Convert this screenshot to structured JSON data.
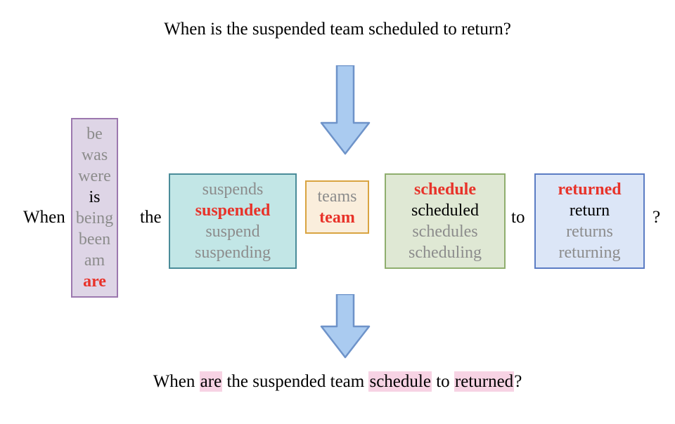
{
  "figure": {
    "top_sentence": {
      "full": "When is the suspended team scheduled to return?",
      "parts": [
        "When is the suspended team scheduled to return?"
      ]
    },
    "bottom_sentence": {
      "full": "When are the suspended team schedule to returned?",
      "segments": [
        {
          "text": "When ",
          "highlighted": false
        },
        {
          "text": "are",
          "highlighted": true
        },
        {
          "text": " the suspended team ",
          "highlighted": false
        },
        {
          "text": "schedule",
          "highlighted": true
        },
        {
          "text": " to ",
          "highlighted": false
        },
        {
          "text": "returned",
          "highlighted": true
        },
        {
          "text": "?",
          "highlighted": false
        }
      ]
    },
    "context_words": {
      "when": "When",
      "the": "the",
      "to": "to",
      "question_mark": "?"
    },
    "arrows": {
      "top": "down-arrow",
      "bottom": "down-arrow",
      "fill": "#AACBF0",
      "stroke": "#6E93C9"
    },
    "colors": {
      "gold_word": "#E8332A",
      "selected_word": "#000000",
      "other_word": "#8C8C8C",
      "highlight": "#F7D3E4"
    },
    "boxes": [
      {
        "id": "be-box",
        "color_name": "purple",
        "fill": "#DED5E6",
        "border": "#9C78AF",
        "selected": "is",
        "gold": "are",
        "words": [
          {
            "text": "be",
            "state": "other"
          },
          {
            "text": "was",
            "state": "other"
          },
          {
            "text": "were",
            "state": "other"
          },
          {
            "text": "is",
            "state": "selected"
          },
          {
            "text": "being",
            "state": "other"
          },
          {
            "text": "been",
            "state": "other"
          },
          {
            "text": "am",
            "state": "other"
          },
          {
            "text": "are",
            "state": "gold"
          }
        ]
      },
      {
        "id": "suspend-box",
        "color_name": "teal",
        "fill": "#C2E6E6",
        "border": "#4A8C99",
        "selected": "suspended",
        "gold": "suspended",
        "words": [
          {
            "text": "suspends",
            "state": "other"
          },
          {
            "text": "suspended",
            "state": "gold"
          },
          {
            "text": "suspend",
            "state": "other"
          },
          {
            "text": "suspending",
            "state": "other"
          }
        ]
      },
      {
        "id": "team-box",
        "color_name": "orange",
        "fill": "#FAEEDC",
        "border": "#D9A441",
        "selected": "team",
        "gold": "team",
        "words": [
          {
            "text": "teams",
            "state": "other"
          },
          {
            "text": "team",
            "state": "gold"
          }
        ]
      },
      {
        "id": "schedule-box",
        "color_name": "green",
        "fill": "#DFE8D4",
        "border": "#8FAE6E",
        "selected": "scheduled",
        "gold": "schedule",
        "words": [
          {
            "text": "schedule",
            "state": "gold"
          },
          {
            "text": "scheduled",
            "state": "selected"
          },
          {
            "text": "schedules",
            "state": "other"
          },
          {
            "text": "scheduling",
            "state": "other"
          }
        ]
      },
      {
        "id": "return-box",
        "color_name": "blue",
        "fill": "#DCE6F7",
        "border": "#5B7CC4",
        "selected": "return",
        "gold": "returned",
        "words": [
          {
            "text": "returned",
            "state": "gold"
          },
          {
            "text": "return",
            "state": "selected"
          },
          {
            "text": "returns",
            "state": "other"
          },
          {
            "text": "returning",
            "state": "other"
          }
        ]
      }
    ]
  }
}
